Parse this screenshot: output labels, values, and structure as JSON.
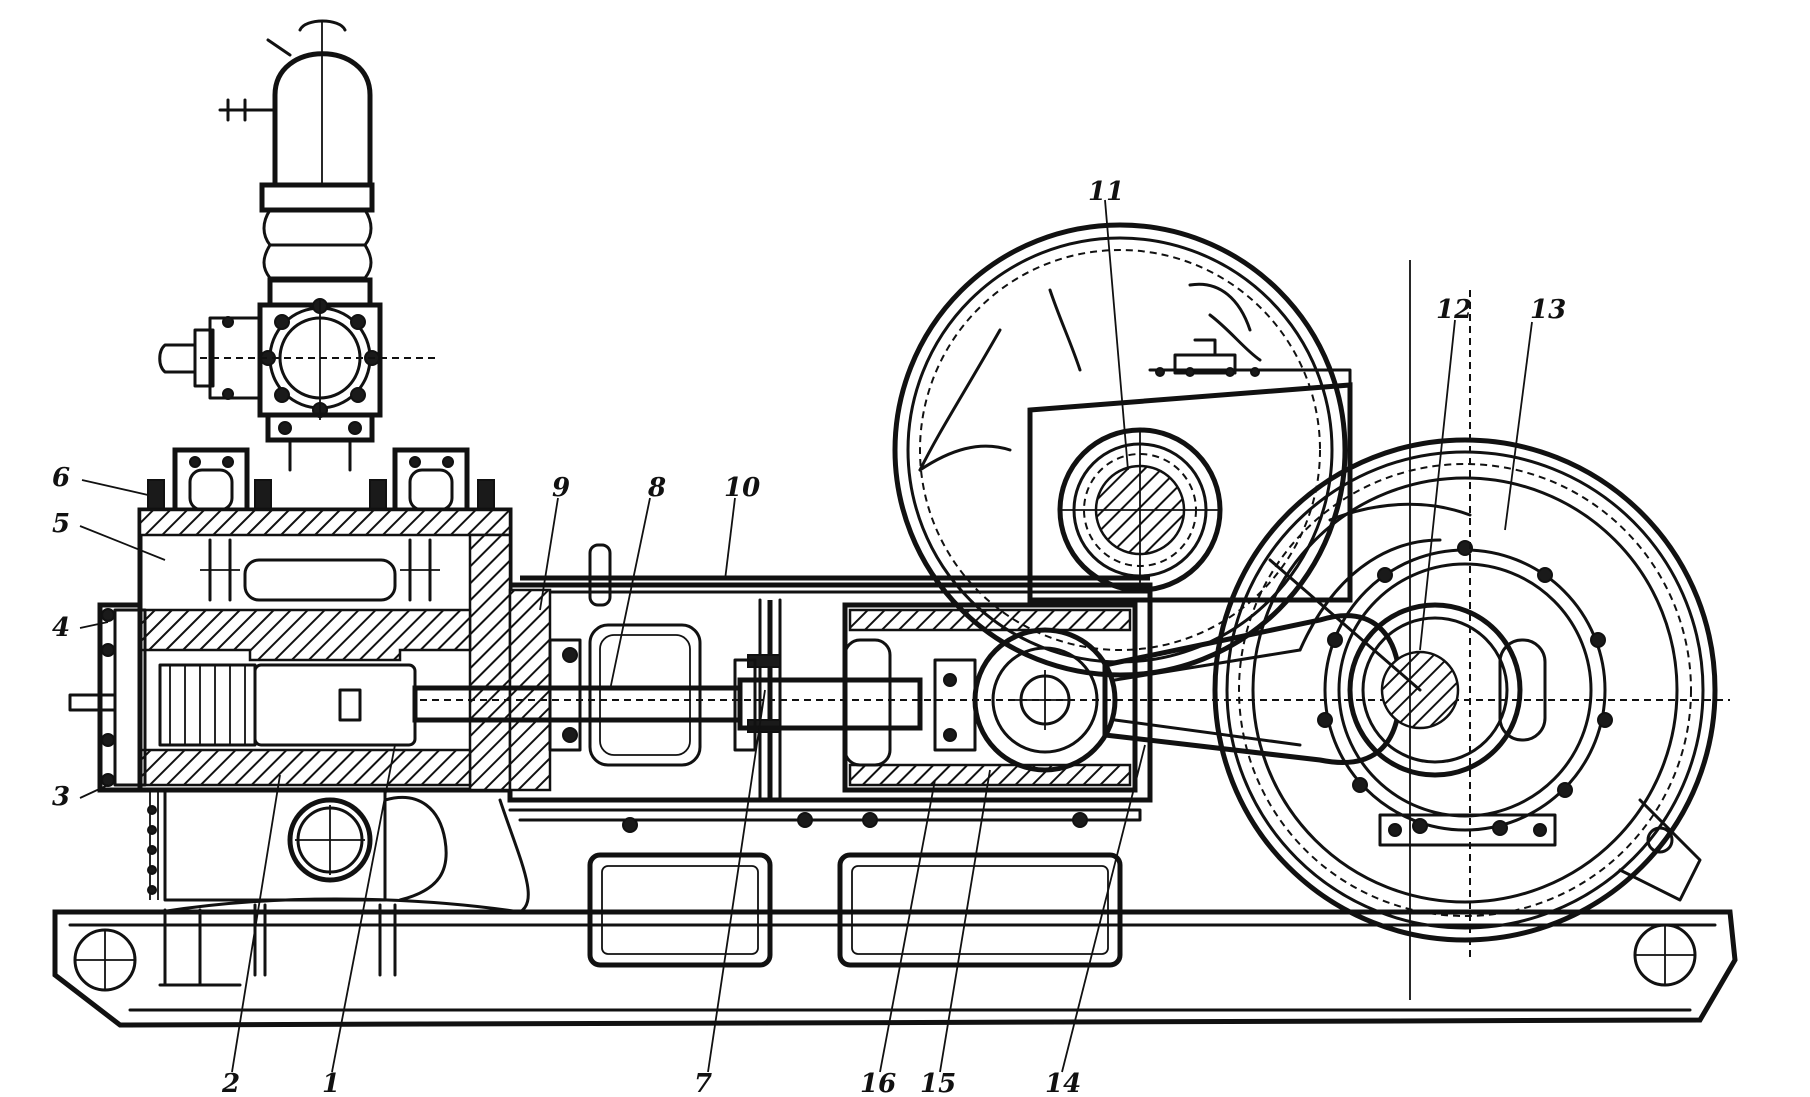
{
  "callouts": [
    {
      "id": "1",
      "label": "1"
    },
    {
      "id": "2",
      "label": "2"
    },
    {
      "id": "3",
      "label": "3"
    },
    {
      "id": "4",
      "label": "4"
    },
    {
      "id": "5",
      "label": "5"
    },
    {
      "id": "6",
      "label": "6"
    },
    {
      "id": "7",
      "label": "7"
    },
    {
      "id": "8",
      "label": "8"
    },
    {
      "id": "9",
      "label": "9"
    },
    {
      "id": "10",
      "label": "10"
    },
    {
      "id": "11",
      "label": "11"
    },
    {
      "id": "12",
      "label": "12"
    },
    {
      "id": "13",
      "label": "13"
    },
    {
      "id": "14",
      "label": "14"
    },
    {
      "id": "15",
      "label": "15"
    },
    {
      "id": "16",
      "label": "16"
    }
  ],
  "colors": {
    "ink": "#111111",
    "paper": "#ffffff"
  }
}
